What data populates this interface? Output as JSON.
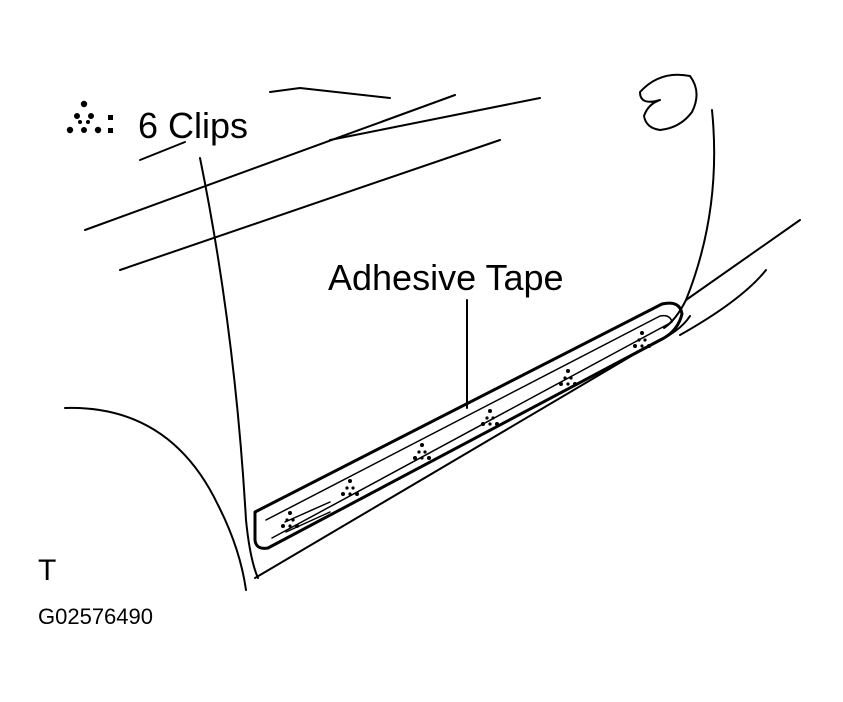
{
  "labels": {
    "clips": "6 Clips",
    "adhesive_tape": "Adhesive Tape",
    "view_code": "T",
    "figure_id": "G02576490"
  },
  "icons": {
    "clip_symbol": "dotted-triangle-clip-icon"
  },
  "colors": {
    "line": "#000000",
    "background": "#ffffff"
  }
}
